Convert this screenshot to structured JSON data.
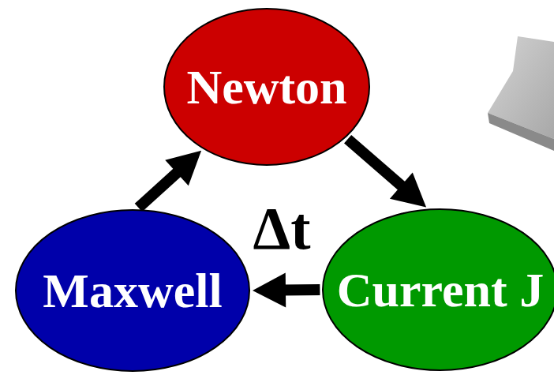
{
  "diagram": {
    "nodes": [
      {
        "text": [
          "Newton"
        ]
      },
      {
        "text": [
          "Maxwell"
        ]
      },
      {
        "text": [
          "Current J"
        ]
      }
    ],
    "edges": [
      {
        "from": 0,
        "to": 2,
        "arrow": "to"
      },
      {
        "from": 2,
        "to": 1,
        "arrow": "to"
      },
      {
        "from": 1,
        "to": 0,
        "arrow": "to"
      }
    ],
    "labels": [
      "Δt"
    ]
  }
}
